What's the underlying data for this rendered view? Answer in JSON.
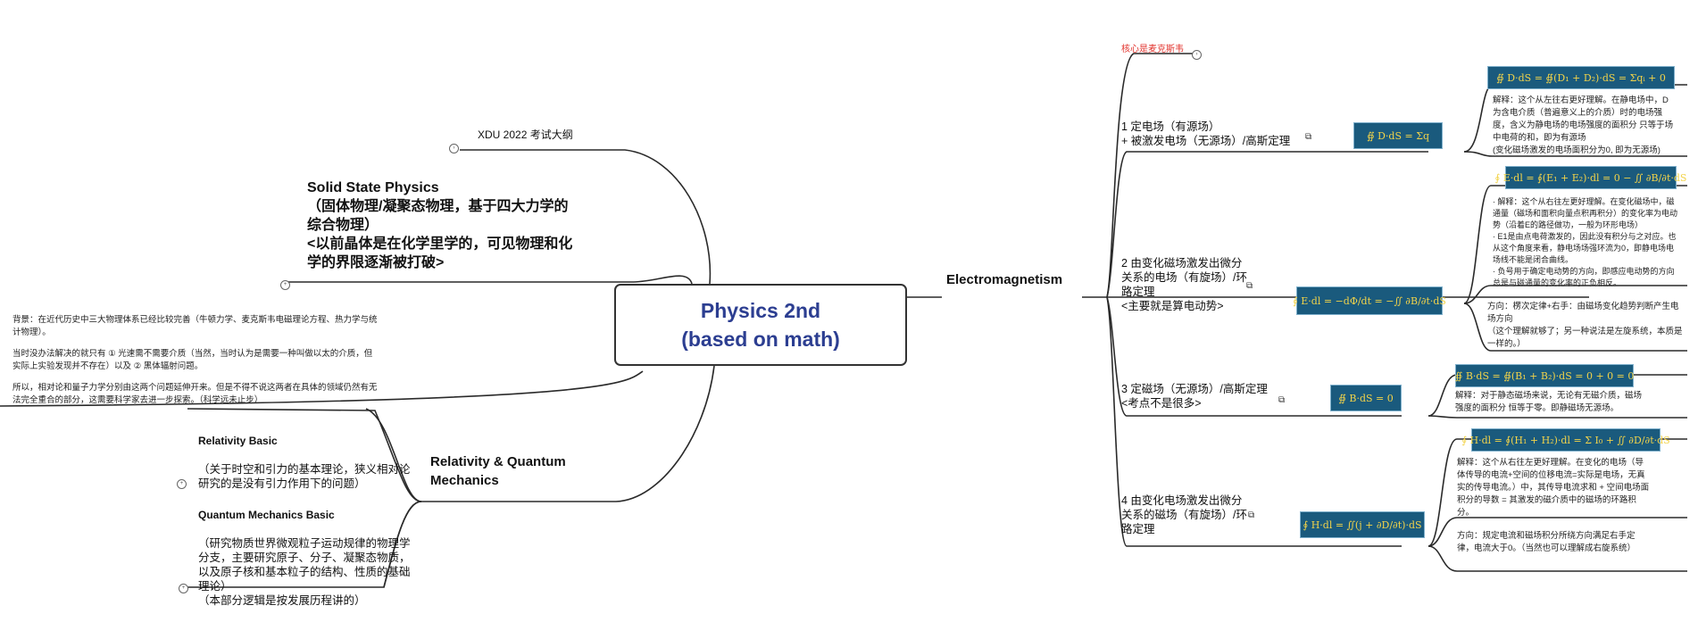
{
  "central": {
    "line1": "Physics 2nd",
    "line2": "(based on math)"
  },
  "left": {
    "xdu": "XDU 2022 考试大纲",
    "solid_state": {
      "title": "Solid State Physics",
      "body": "（固体物理/凝聚态物理，基于四大力学的综合物理）\n<以前晶体是在化学里学的，可见物理和化学的界限逐渐被打破>"
    },
    "background": {
      "p1": "背景：在近代历史中三大物理体系已经比较完善（牛顿力学、麦克斯韦电磁理论方程、热力学与统计物理）。",
      "p2": "当时没办法解决的就只有 ① 光速需不需要介质（当然，当时认为是需要一种叫做以太的介质，但实际上实验发现并不存在）以及 ② 黑体辐射问题。",
      "p3": "所以，相对论和量子力学分别由这两个问题延伸开来。但是不得不说这两者在具体的领域仍然有无法完全重合的部分，这需要科学家去进一步探索。（科学远未止步）"
    },
    "relativity_branch": "Relativity & Quantum\nMechanics",
    "relativity_basic": {
      "title": "Relativity Basic",
      "body": "（关于时空和引力的基本理论，狭义相对论研究的是没有引力作用下的问题）"
    },
    "quantum_basic": {
      "title": "Quantum Mechanics Basic",
      "body": "（研究物质世界微观粒子运动规律的物理学分支，主要研究原子、分子、凝聚态物质，以及原子核和基本粒子的结构、性质的基础理论）\n（本部分逻辑是按发展历程讲的）"
    }
  },
  "right": {
    "branch": "Electromagnetism",
    "core": "核心是麦克斯韦",
    "items": [
      {
        "label": "1 定电场（有源场）\n+ 被激发电场（无源场）/高斯定理",
        "formula": "∯ D·dS = Σq",
        "formula_top": "∯ D·dS = ∯(D₁ + D₂)·dS = Σqᵢ + 0",
        "notes": [
          "解释：这个从左往右更好理解。在静电场中，D为含电介质（普遍意义上的介质）时的电场强度，含义为静电场的电场强度的面积分 只等于场中电荷的和，即为有源场\n(变化磁场激发的电场面积分为0, 即为无源场)"
        ]
      },
      {
        "label": "2 由变化磁场激发出微分关系的电场（有旋场）/环路定理\n<主要就是算电动势>",
        "formula": "∮ E·dl = −dΦ/dt = −∬ ∂B/∂t·dS",
        "formula_top": "∮ E·dl = ∮(E₁ + E₂)·dl = 0 − ∬ ∂B/∂t·dS",
        "notes": [
          "· 解释：这个从右往左更好理解。在变化磁场中，磁通量（磁场和面积向量点积再积分）的变化率为电动势（沿着E的路径做功，一般为环形电场）\n· E1是由点电荷激发的，因此没有积分与之对应。也从这个角度来看，静电场场强环流为0，即静电场电场线不能是闭合曲线。\n· 负号用于确定电动势的方向，即感应电动势的方向总是与磁通量的变化率的正负相反。",
          "方向：楞次定律+右手：由磁场变化趋势判断产生电场方向\n（这个理解就够了；另一种说法是左旋系统，本质是一样的。）"
        ]
      },
      {
        "label": "3 定磁场（无源场）/高斯定理\n<考点不是很多>",
        "formula": "∯ B·dS = 0",
        "formula_top": "∯ B·dS = ∯(B₁ + B₂)·dS = 0 + 0 = 0",
        "notes": [
          "解释：对于静态磁场来说，无论有无磁介质，磁场强度的面积分 恒等于零。即静磁场无源场。"
        ]
      },
      {
        "label": "4 由变化电场激发出微分关系的磁场（有旋场）/环路定理",
        "formula": "∮ H·dl = ∬(j + ∂D/∂t)·dS",
        "formula_top": "∮ H·dl = ∮(H₁ + H₂)·dl = Σ I₀ + ∬ ∂D/∂t·dS",
        "notes": [
          "解释：这个从右往左更好理解。在变化的电场（导体传导的电流+空间的位移电流=实际是电场，无真实的传导电流。）中，其传导电流求和 + 空间电场面积分的导数 = 其激发的磁介质中的磁场的环路积分。",
          "方向：规定电流和磁场积分所绕方向满足右手定律，电流大于0。（当然也可以理解成右旋系统）"
        ]
      }
    ]
  },
  "colors": {
    "central_text": "#2c3e91",
    "formula_bg": "#1a5a7d",
    "formula_text": "#f2d34a",
    "core_text": "#e2322c"
  }
}
